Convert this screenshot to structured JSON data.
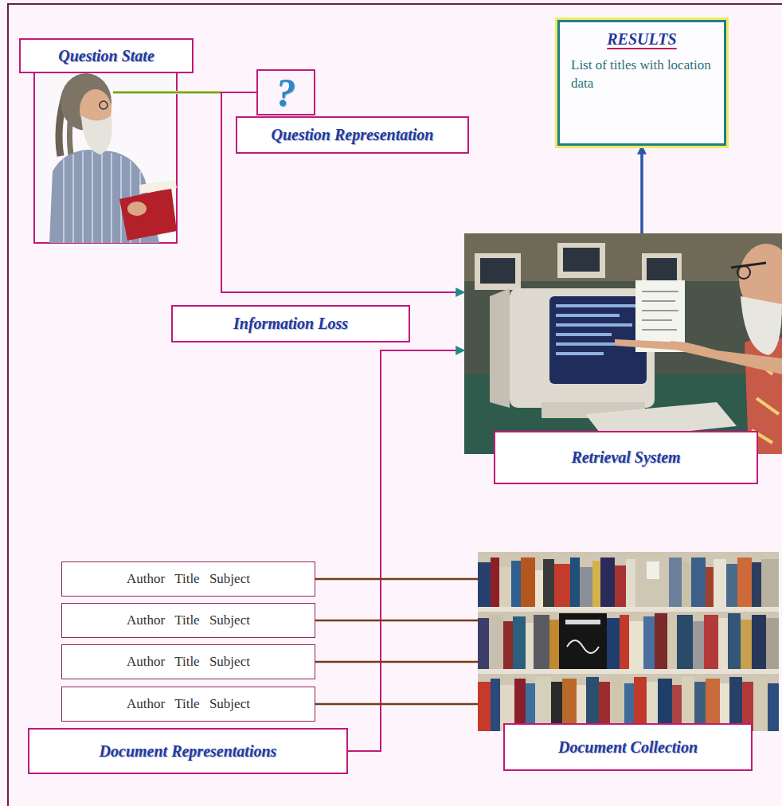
{
  "diagram": {
    "nodes": [
      {
        "text": [
          "Question State"
        ]
      },
      {
        "text": [
          "?"
        ]
      },
      {
        "text": [
          "Question Representation"
        ]
      },
      {
        "text": [
          "RESULTS",
          "List of titles with location data"
        ]
      },
      {
        "text": [
          "Retrieval System"
        ]
      },
      {
        "text": [
          "Information Loss"
        ]
      },
      {
        "text": [
          "Author Title Subject"
        ]
      },
      {
        "text": [
          "Author Title Subject"
        ]
      },
      {
        "text": [
          "Author Title Subject"
        ]
      },
      {
        "text": [
          "Author Title Subject"
        ]
      },
      {
        "text": [
          "Document Representations"
        ]
      },
      {
        "text": [
          "Document Collection"
        ]
      }
    ],
    "edges": [
      {
        "from": 1,
        "to": 4,
        "arrow": "to"
      },
      {
        "from": 10,
        "to": 4,
        "arrow": "to"
      },
      {
        "from": 4,
        "to": 3,
        "arrow": "to"
      },
      {
        "from": 6,
        "to": 11,
        "arrow": "none"
      },
      {
        "from": 7,
        "to": 11,
        "arrow": "none"
      },
      {
        "from": 8,
        "to": 11,
        "arrow": "none"
      },
      {
        "from": 9,
        "to": 11,
        "arrow": "none"
      }
    ]
  }
}
